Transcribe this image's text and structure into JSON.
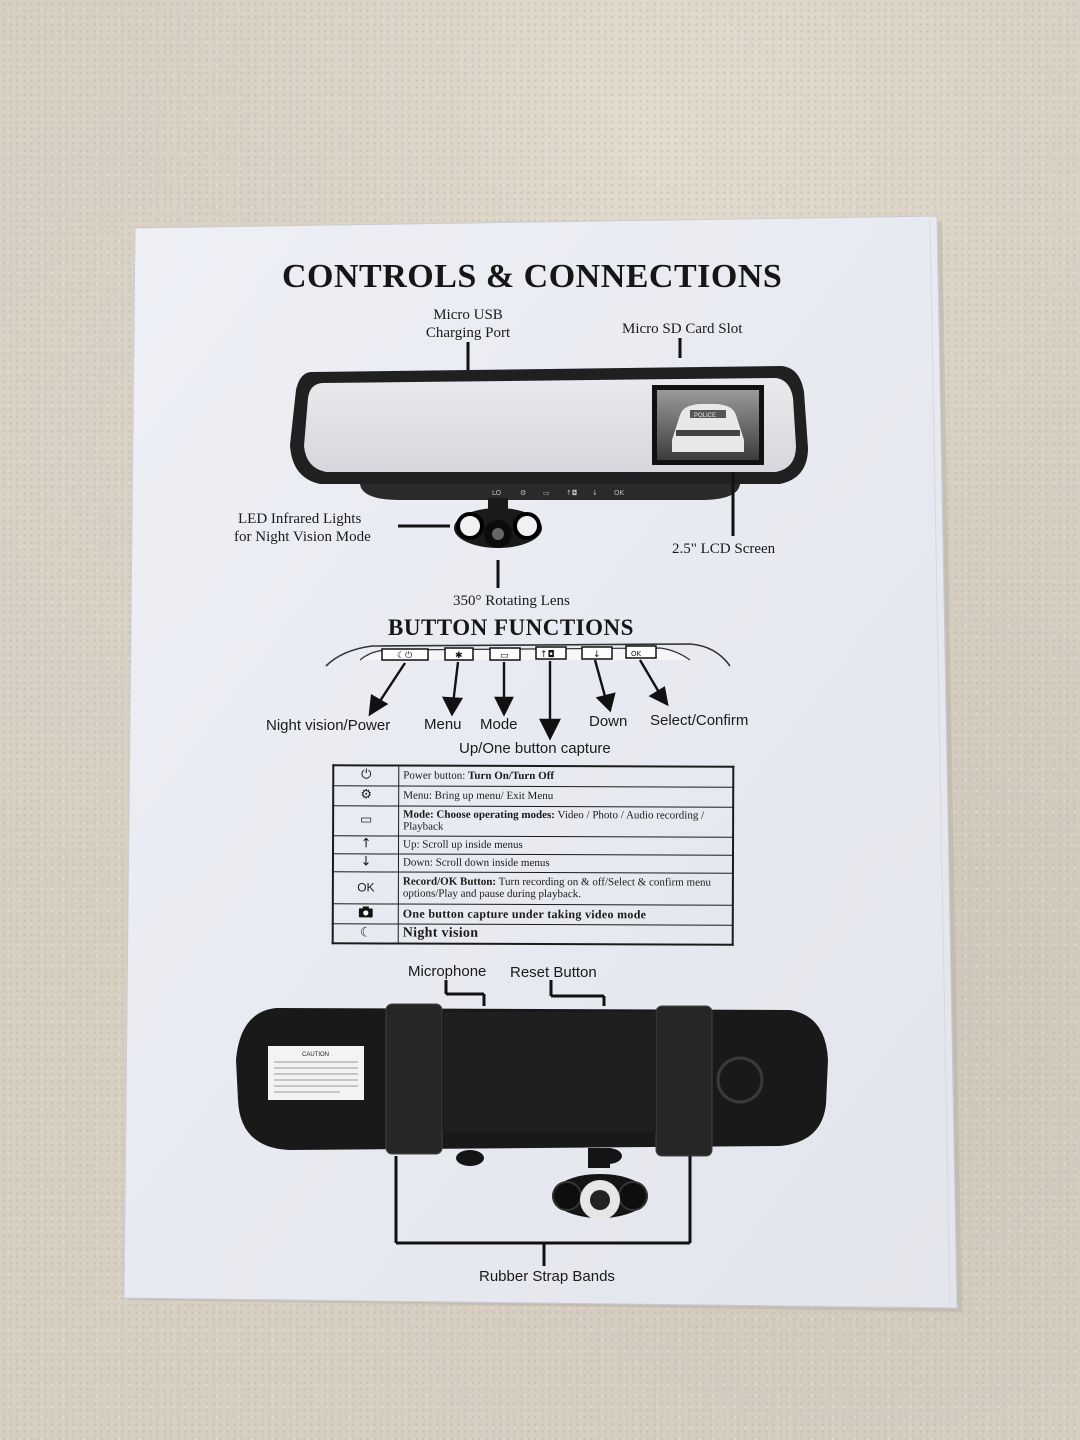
{
  "title": "CONTROLS & CONNECTIONS",
  "labels": {
    "usb_line1": "Micro USB",
    "usb_line2": "Charging Port",
    "sd": "Micro SD Card Slot",
    "led_line1": "LED  Infrared Lights",
    "led_line2": "for Night Vision Mode",
    "lcd": "2.5\" LCD Screen",
    "lens": "350° Rotating Lens",
    "lcd_screen_text": "POLICE"
  },
  "button_section": {
    "title": "BUTTON FUNCTIONS",
    "labels": {
      "night_power": "Night vision/Power",
      "menu": "Menu",
      "mode": "Mode",
      "up_capture": "Up/One button capture",
      "down": "Down",
      "select": "Select/Confirm"
    },
    "key_glyphs": [
      "☾⏻",
      "✱",
      "▭",
      "↑📷",
      "↓",
      "OK"
    ]
  },
  "function_table": [
    {
      "icon": "⏻",
      "icon_name": "power-icon",
      "bold": "Power button: ",
      "boldtext": "Turn On/Turn Off",
      "text": ""
    },
    {
      "icon": "⚙",
      "icon_name": "gear-icon",
      "bold": "",
      "boldtext": "",
      "text": "Menu: Bring up menu/ Exit Menu"
    },
    {
      "icon": "▭",
      "icon_name": "mode-icon",
      "bold": "",
      "boldtext": "Mode: Choose operating modes:",
      "text": " Video / Photo / Audio recording / Playback"
    },
    {
      "icon": "↑",
      "icon_name": "up-arrow-icon",
      "bold": "",
      "boldtext": "",
      "text": "Up: Scroll up inside menus"
    },
    {
      "icon": "↓",
      "icon_name": "down-arrow-icon",
      "bold": "",
      "boldtext": "",
      "text": "Down: Scroll down inside menus"
    },
    {
      "icon": "OK",
      "icon_name": "ok-icon",
      "bold": "",
      "boldtext": "Record/OK Button:",
      "text": " Turn recording on & off/Select & confirm menu options/Play and pause during playback."
    },
    {
      "icon": "📷",
      "icon_name": "camera-icon",
      "bold": "",
      "boldtext": "One button capture under taking video mode",
      "text": ""
    },
    {
      "icon": "☾",
      "icon_name": "moon-icon",
      "bold": "",
      "boldtext": "Night vision",
      "text": ""
    }
  ],
  "back_labels": {
    "microphone": "Microphone",
    "reset": "Reset Button",
    "straps": "Rubber Strap Bands",
    "caution": "CAUTION"
  }
}
